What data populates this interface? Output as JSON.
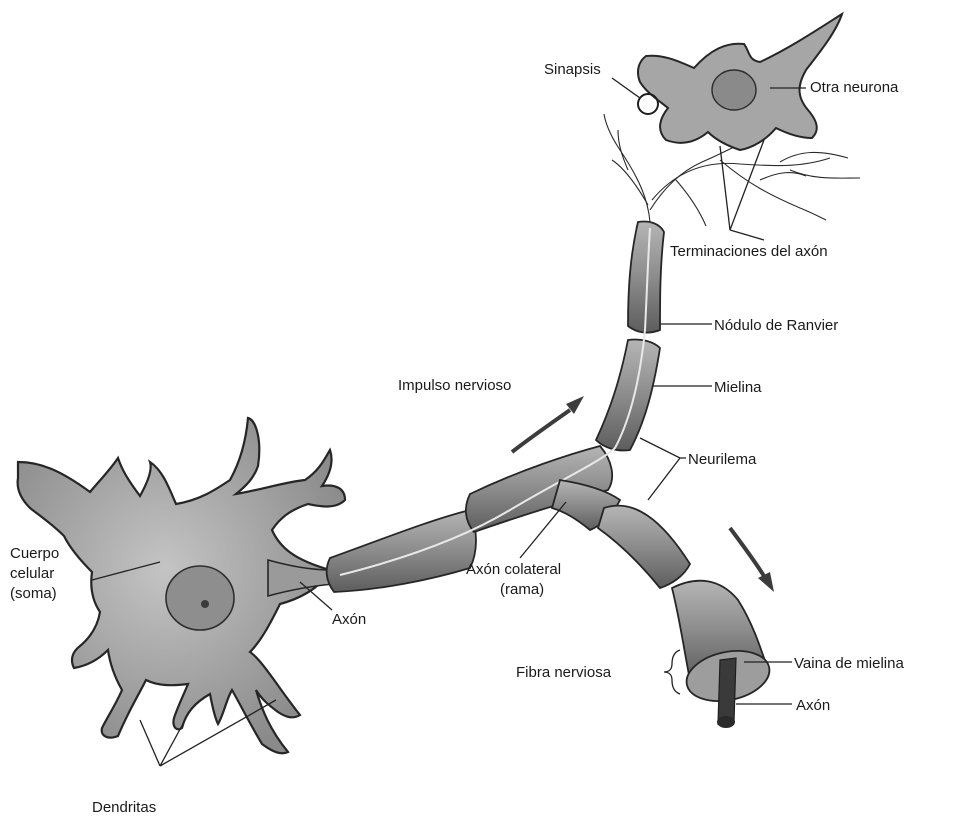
{
  "colors": {
    "background": "#ffffff",
    "cell_fill": "#a9a9a9",
    "cell_shade": "#6f6f6f",
    "outline": "#262626",
    "nucleus": "#8e8e8e",
    "myelin_fill": "#8f8f8f",
    "axon_core": "#3a3a3a",
    "label": "#1a1a1a"
  },
  "labels": {
    "sinapsis": "Sinapsis",
    "otra_neurona": "Otra neurona",
    "terminaciones": "Terminaciones del axón",
    "nodulo": "Nódulo de Ranvier",
    "impulso": "Impulso nervioso",
    "mielina": "Mielina",
    "neurilema": "Neurilema",
    "cuerpo_line1": "Cuerpo",
    "cuerpo_line2": "celular",
    "cuerpo_line3": "(soma)",
    "axon_main": "Axón",
    "axon_colateral_line1": "Axón colateral",
    "axon_colateral_line2": "(rama)",
    "fibra": "Fibra nerviosa",
    "vaina": "Vaina de mielina",
    "axon_end": "Axón",
    "dendritas": "Dendritas"
  }
}
